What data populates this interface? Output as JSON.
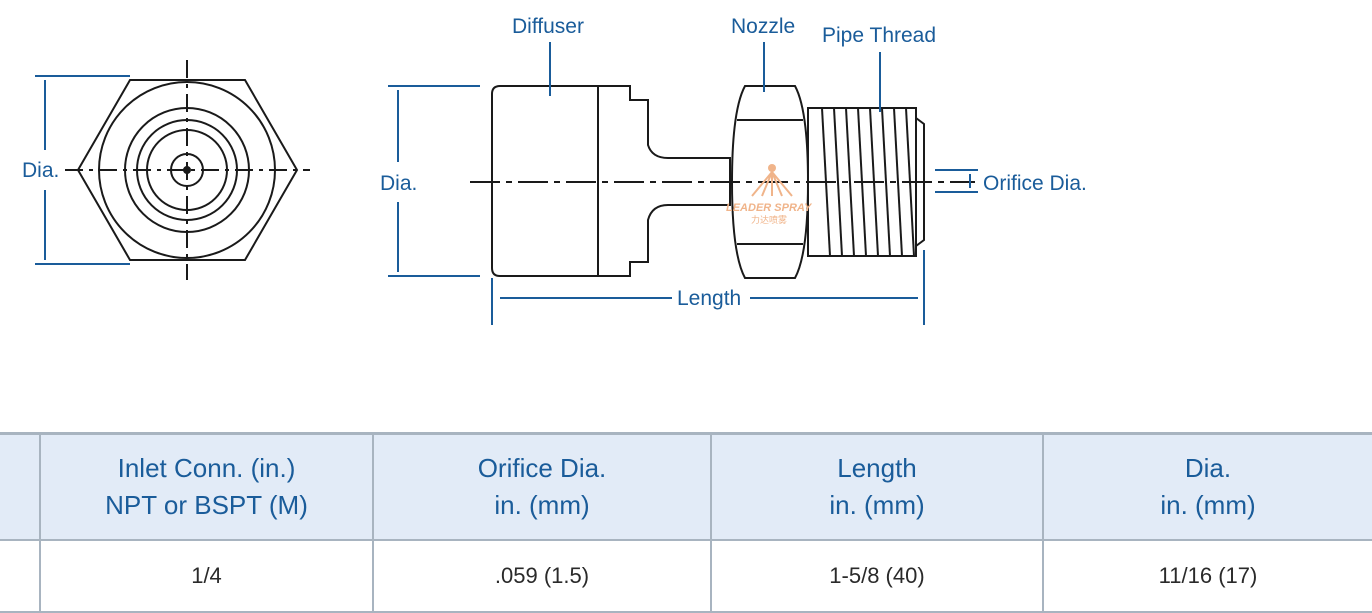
{
  "diagram": {
    "labels": {
      "end_view_dia": "Dia.",
      "side_view_dia": "Dia.",
      "diffuser": "Diffuser",
      "nozzle": "Nozzle",
      "pipe_thread": "Pipe Thread",
      "orifice_dia": "Orifice Dia.",
      "length": "Length"
    },
    "watermark": {
      "name": "LEADER SPRAY",
      "sub": "力达喷雾"
    },
    "colors": {
      "label": "#1a5c9a",
      "line": "#1a1a1a",
      "dimension": "#1a5c9a",
      "watermark": "#f0b48a"
    }
  },
  "table": {
    "headers": [
      {
        "line1": "",
        "line2": ""
      },
      {
        "line1": "Inlet Conn. (in.)",
        "line2": "NPT or BSPT (M)"
      },
      {
        "line1": "Orifice Dia.",
        "line2": "in. (mm)"
      },
      {
        "line1": "Length",
        "line2": "in. (mm)"
      },
      {
        "line1": "Dia.",
        "line2": "in. (mm)"
      }
    ],
    "rows": [
      [
        "",
        "1/4",
        ".059 (1.5)",
        "1-5/8 (40)",
        "11/16 (17)"
      ]
    ],
    "colors": {
      "header_bg": "#e2ebf7",
      "border": "#a8b4c0",
      "header_text": "#1a5c9a"
    }
  }
}
